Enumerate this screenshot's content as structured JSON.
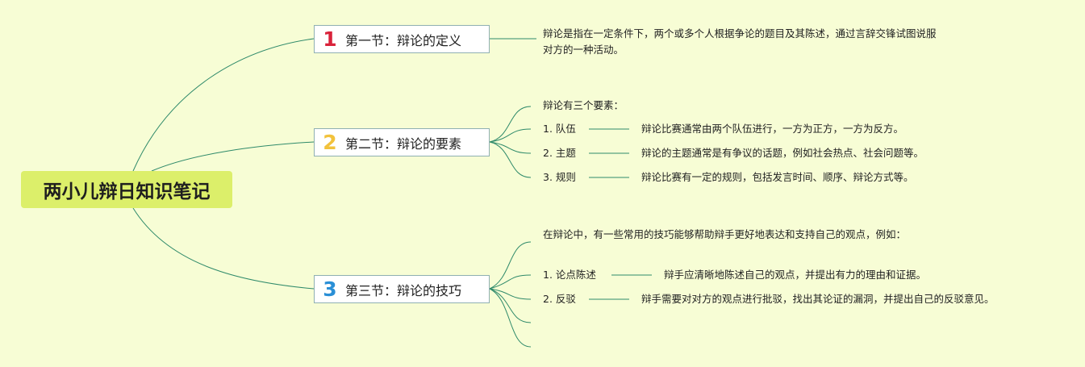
{
  "root": {
    "title": "两小儿辩日知识笔记"
  },
  "sections": [
    {
      "number": "1",
      "number_color": "#d9233b",
      "title": "第一节：辩论的定义",
      "intro": "辩论是指在一定条件下，两个或多个人根据争论的题目及其陈述，通过言辞交锋试图说服对方的一种活动。",
      "items": []
    },
    {
      "number": "2",
      "number_color": "#f2c23c",
      "title": "第二节：辩论的要素",
      "intro": "辩论有三个要素：",
      "items": [
        {
          "label": "1. 队伍",
          "detail": "辩论比赛通常由两个队伍进行，一方为正方，一方为反方。"
        },
        {
          "label": "2. 主题",
          "detail": "辩论的主题通常是有争议的话题，例如社会热点、社会问题等。"
        },
        {
          "label": "3. 规则",
          "detail": "辩论比赛有一定的规则，包括发言时间、顺序、辩论方式等。"
        }
      ]
    },
    {
      "number": "3",
      "number_color": "#2a8fd6",
      "title": "第三节：辩论的技巧",
      "intro": "在辩论中，有一些常用的技巧能够帮助辩手更好地表达和支持自己的观点，例如：",
      "items": [
        {
          "label": "1. 论点陈述",
          "detail": "辩手应清晰地陈述自己的观点，并提出有力的理由和证据。"
        },
        {
          "label": "2. 反驳",
          "detail": "辩手需要对对方的观点进行批驳，找出其论证的漏洞，并提出自己的反驳意见。"
        },
        {
          "label": "",
          "detail": ""
        },
        {
          "label": "",
          "detail": ""
        }
      ]
    }
  ],
  "colors": {
    "background": "#f7fdd5",
    "root_fill": "#dcef6a",
    "connector": "#2f8a6a",
    "topic_border": "#8fb0b2"
  }
}
